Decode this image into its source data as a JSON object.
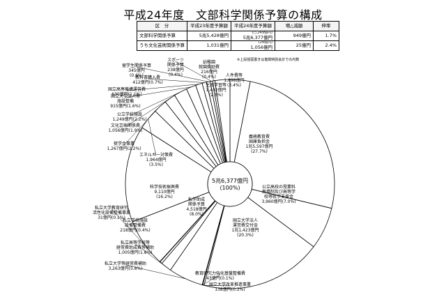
{
  "title": "平成24年度　文部科学関係予算の構成",
  "table": {
    "headers": [
      "区　分",
      "平成23年度予算額",
      "平成24年度予算額",
      "増△減額",
      "伸率"
    ],
    "rows": [
      {
        "name": "文部科学関係予算",
        "prev": "5兆5,428億円",
        "note": "(○,249億円)",
        "curr": "5兆6,377億円",
        "diff": "949億円",
        "rate": "1.7%"
      },
      {
        "name": "うち文化芸術関係予算",
        "prev": "1,031億円",
        "note": "(24億円)",
        "curr": "1,056億円",
        "diff": "25億円",
        "rate": "2.4%"
      }
    ]
  },
  "footnote": "※上段括弧書きは復興特別会計での内数",
  "chart_data": {
    "type": "pie",
    "center": [
      "5兆6,377億円",
      "(100%)"
    ],
    "slices": [
      {
        "label": [
          "人件費等",
          "1,898億円",
          "(3.4%)"
        ],
        "value": 1898,
        "pct": 3.4
      },
      {
        "label": [
          "義務教育費",
          "国庫負担金",
          "1兆5,597億円",
          "(27.7%)"
        ],
        "value": 15597,
        "pct": 27.7
      },
      {
        "label": [
          "公立高校の授業料",
          "無償制及び高等学",
          "校等就学支援金",
          "3,960億円(7.0%)"
        ],
        "value": 3960,
        "pct": 7.0
      },
      {
        "label": [
          "国立大学法人",
          "運営費交付金",
          "1兆1,423億円",
          "(20.3%)"
        ],
        "value": 11423,
        "pct": 20.3
      },
      {
        "label": [
          "国立大学改革推進事業",
          "138億円(0.2%)"
        ],
        "value": 138,
        "pct": 0.2
      },
      {
        "label": [
          "教育研究力強化基盤整備費",
          "43億円(0.1%)"
        ],
        "value": 43,
        "pct": 0.1
      },
      {
        "label": [
          "私立大学等経常費補助",
          "3,263億円(5.8%)"
        ],
        "value": 3263,
        "pct": 5.8
      },
      {
        "label": [
          "私立高等学校等",
          "経常費助成費等補助",
          "1,005億円(1.8%)"
        ],
        "value": 1005,
        "pct": 1.8
      },
      {
        "label": [
          "私立学校施設",
          "設備整備費",
          "218億円(0.4%)"
        ],
        "value": 218,
        "pct": 0.4
      },
      {
        "label": [
          "私立大学教育研究",
          "活性化設備整備事業",
          "31億円(0.1%)"
        ],
        "value": 31,
        "pct": 0.1
      },
      {
        "label": [
          "私学助成",
          "関係予算",
          "4,518億円",
          "(8.0%)"
        ],
        "value": 4518,
        "pct": 8.0,
        "no_fill": true
      },
      {
        "label": [
          "科学技術振興費",
          "9,110億円",
          "(16.2%)"
        ],
        "value": 9110,
        "pct": 16.2
      },
      {
        "label": [
          "エネルギー対策費",
          "1,964億円",
          "(3.5%)"
        ],
        "value": 1964,
        "pct": 3.5
      },
      {
        "label": [
          "奨学金事業",
          "1,267億円(2.2%)"
        ],
        "value": 1267,
        "pct": 2.2
      },
      {
        "label": [
          "文化芸術関係費",
          "1,056億円(1.9%)"
        ],
        "value": 1056,
        "pct": 1.9
      },
      {
        "label": [
          "公立学校施設",
          "1,249億円(2.2%)"
        ],
        "value": 1249,
        "pct": 2.2
      },
      {
        "label": [
          "国立大学法人等",
          "施設整備",
          "915億円(1.6%)"
        ],
        "value": 915,
        "pct": 1.6
      },
      {
        "label": [
          "国立高専機構運営費",
          "630億円(1.1%)"
        ],
        "value": 630,
        "pct": 1.1
      },
      {
        "label": [
          "教科書購入費",
          "412億円(0.7%)"
        ],
        "value": 412,
        "pct": 0.7
      },
      {
        "label": [
          "留学生関係予算",
          "345億円",
          "(0.6%)"
        ],
        "value": 345,
        "pct": 0.6
      },
      {
        "label": [
          "スポーツ",
          "関係予算",
          "238億円",
          "(0.4%)"
        ],
        "value": 238,
        "pct": 0.4
      },
      {
        "label": [
          "幼稚園",
          "就園奨励費",
          "216億円",
          "(0.4%)"
        ],
        "value": 216,
        "pct": 0.4
      },
      {
        "label": [
          "生涯学習等",
          "1,402億円",
          "(2.5%)"
        ],
        "value": 1402,
        "pct": 2.5
      }
    ]
  }
}
